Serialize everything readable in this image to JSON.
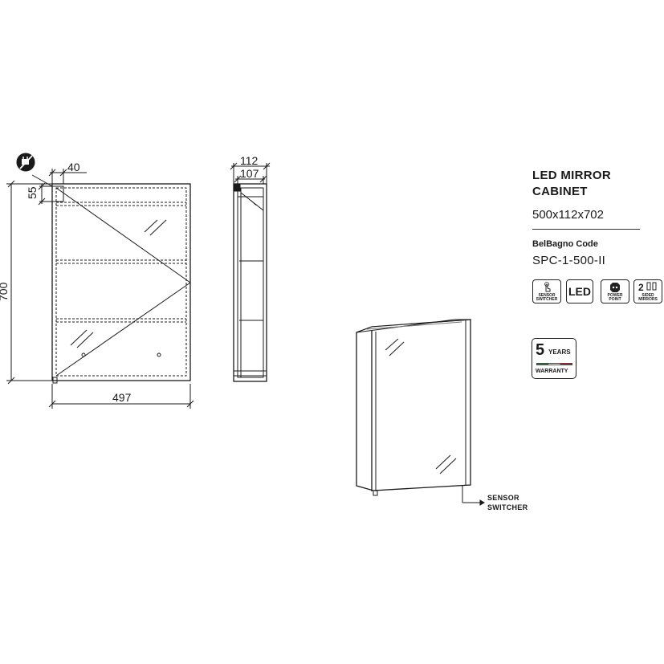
{
  "product": {
    "title_line1": "LED MIRROR",
    "title_line2": "CABINET",
    "size": "500x112x702",
    "code_label": "BelBagno Code",
    "code": "SPC-1-500-II"
  },
  "front_view": {
    "dim_top": "40",
    "dim_side": "55",
    "dim_height": "700",
    "dim_width": "497",
    "plug_icon": "no-plug-icon"
  },
  "side_view": {
    "dim_outer": "112",
    "dim_inner": "107"
  },
  "features": [
    {
      "icon": "hand-touch-icon",
      "label_line1": "SENSOR",
      "label_line2": "SWITCHER"
    },
    {
      "icon": "led-icon",
      "label_line1": "LED",
      "label_line2": ""
    },
    {
      "icon": "socket-icon",
      "label_line1": "POWER",
      "label_line2": "POINT"
    },
    {
      "icon": "double-mirror-icon",
      "label_line1": "SIDED",
      "label_line2": "MIRRORS",
      "number": "2"
    }
  ],
  "warranty": {
    "number": "5",
    "years": "YEARS",
    "label": "WARRANTY"
  },
  "callout": {
    "line1": "SENSOR",
    "line2": "SWITCHER"
  }
}
